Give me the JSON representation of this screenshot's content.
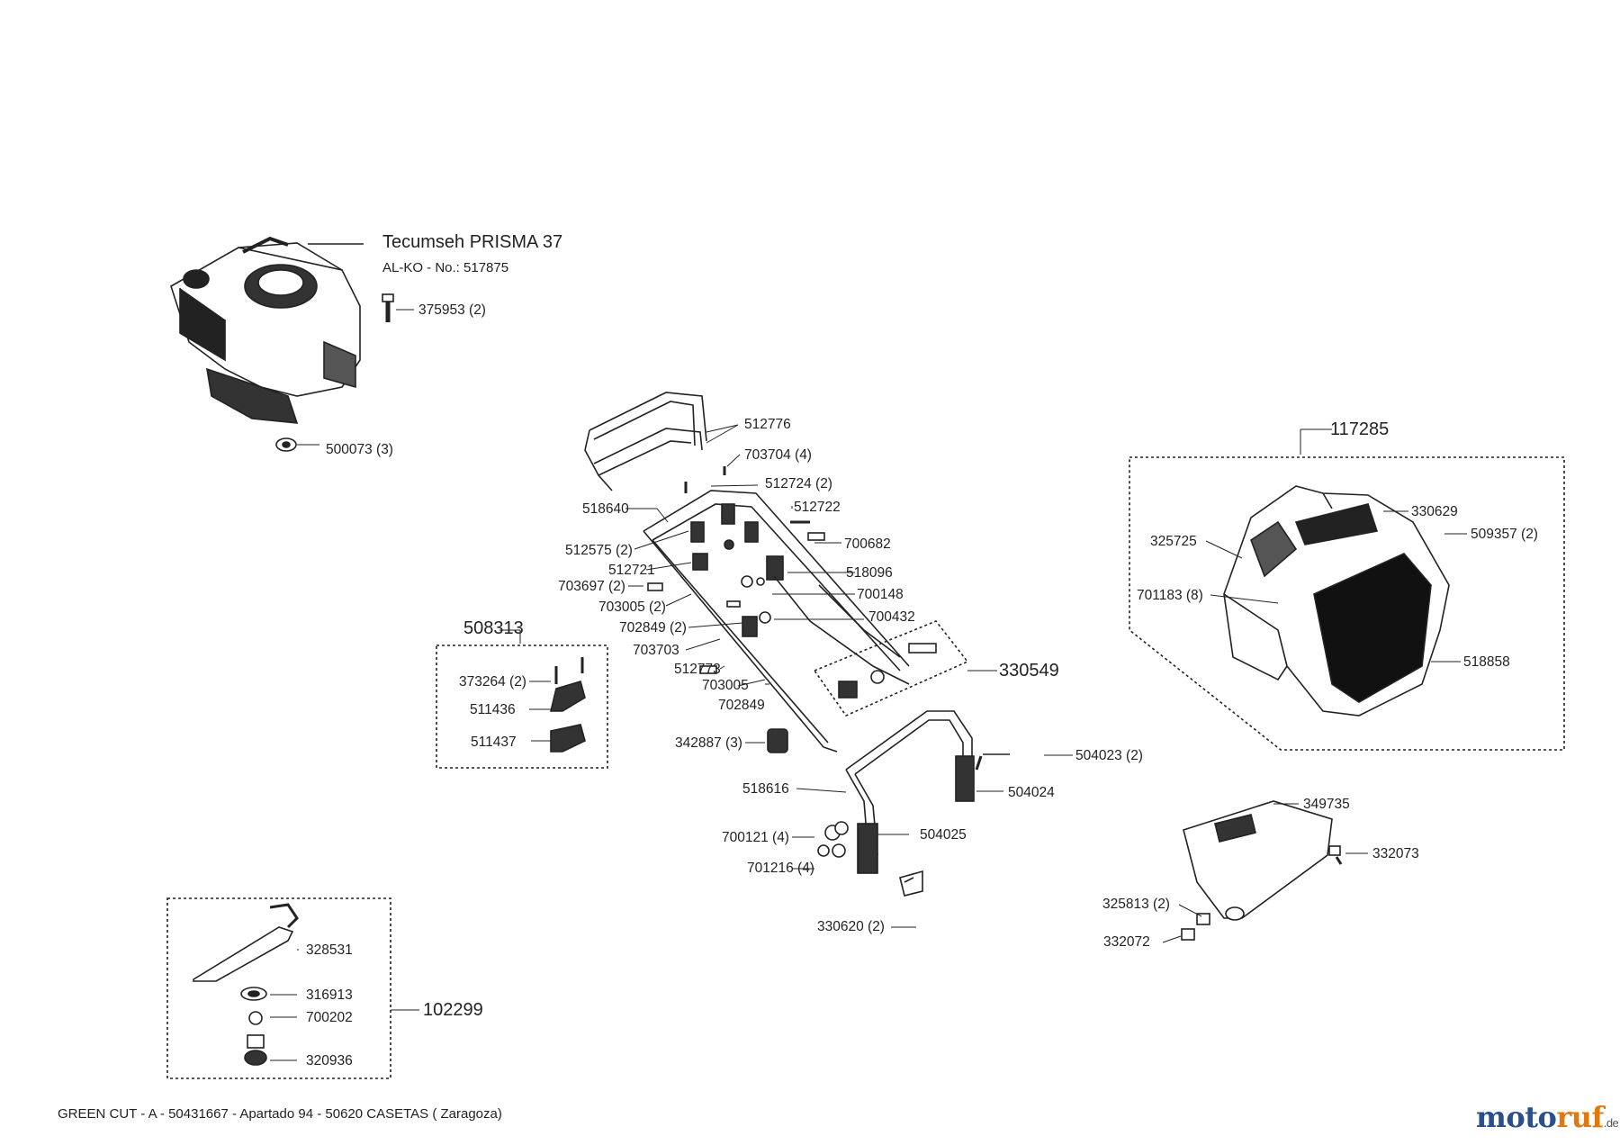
{
  "engine": {
    "title": "Tecumseh PRISMA 37",
    "subtitle": "AL-KO - No.: 517875"
  },
  "labels": {
    "p375953": "375953 (2)",
    "p500073": "500073 (3)",
    "p512776": "512776",
    "p703704": "703704 (4)",
    "p512724": "512724 (2)",
    "p518640": "518640",
    "p512722": "512722",
    "p700682": "700682",
    "p512575": "512575 (2)",
    "p512721": "512721",
    "p518096": "518096",
    "p703697": "703697 (2)",
    "p700148": "700148",
    "p703005a": "703005 (2)",
    "p700432": "700432",
    "p702849a": "702849 (2)",
    "p703703": "703703",
    "p512773": "512773",
    "p703005b": "703005",
    "p702849b": "702849",
    "p330549": "330549",
    "p508313": "508313",
    "p373264": "373264 (2)",
    "p511436": "511436",
    "p511437": "511437",
    "p342887": "342887 (3)",
    "p504023": "504023 (2)",
    "p518616": "518616",
    "p504024": "504024",
    "p700121": "700121 (4)",
    "p504025": "504025",
    "p701216": "701216 (4)",
    "p330620": "330620 (2)",
    "p117285": "117285",
    "p330629": "330629",
    "p325725": "325725",
    "p509357": "509357 (2)",
    "p701183": "701183 (8)",
    "p518858": "518858",
    "p349735": "349735",
    "p332073": "332073",
    "p325813": "325813 (2)",
    "p332072": "332072",
    "p328531": "328531",
    "p316913": "316913",
    "p700202": "700202",
    "p320936": "320936",
    "p102299": "102299"
  },
  "footer": "GREEN CUT - A - 50431667 - Apartado 94 - 50620 CASETAS ( Zaragoza)",
  "logo": {
    "part1": "moto",
    "part2": "ruf",
    "tld": ".de"
  },
  "colors": {
    "ink": "#222222",
    "logo_blue": "#2a4f8f",
    "logo_orange": "#e07a10"
  }
}
